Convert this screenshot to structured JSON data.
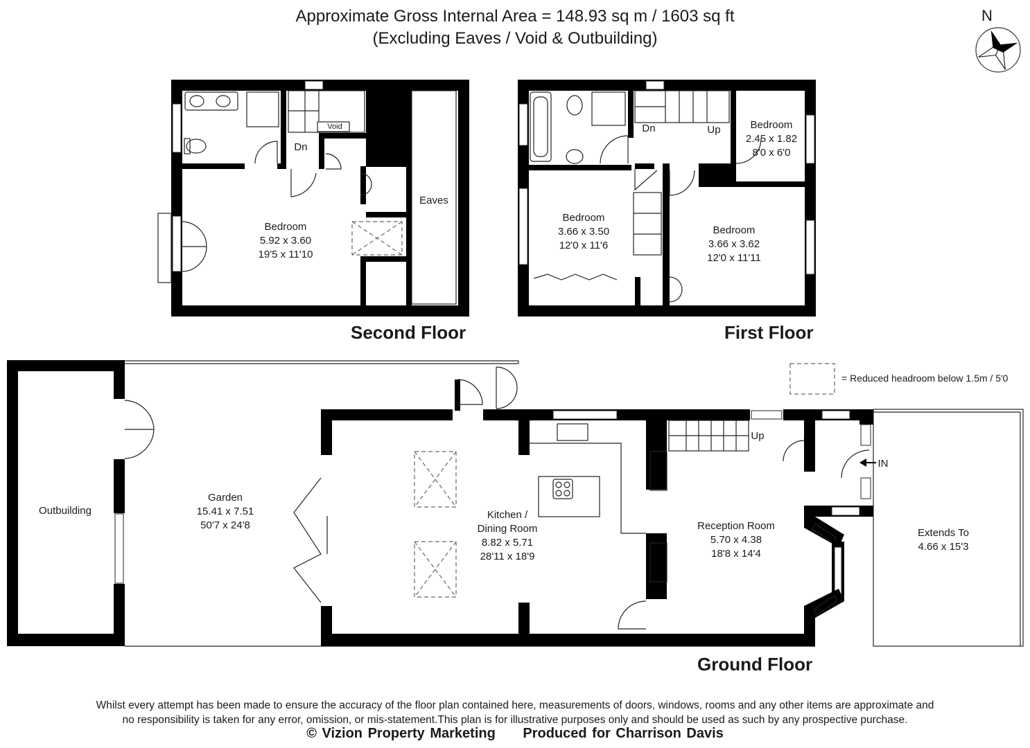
{
  "header": {
    "line1": "Approximate Gross Internal Area = 148.93 sq m / 1603 sq ft",
    "line2": "(Excluding Eaves / Void & Outbuilding)"
  },
  "compass": {
    "label": "N"
  },
  "second_floor": {
    "title": "Second Floor",
    "bedroom": {
      "name": "Bedroom",
      "metric": "5.92 x 3.60",
      "imperial": "19'5 x 11'10"
    },
    "eaves": "Eaves",
    "void": "Void",
    "dn": "Dn"
  },
  "first_floor": {
    "title": "First Floor",
    "bedroom_small": {
      "name": "Bedroom",
      "metric": "2.45 x 1.82",
      "imperial": "8'0 x 6'0"
    },
    "bedroom_left": {
      "name": "Bedroom",
      "metric": "3.66 x 3.50",
      "imperial": "12'0 x 11'6"
    },
    "bedroom_right": {
      "name": "Bedroom",
      "metric": "3.66 x 3.62",
      "imperial": "12'0 x 11'11"
    },
    "dn": "Dn",
    "up": "Up"
  },
  "ground_floor": {
    "title": "Ground Floor",
    "outbuilding": "Outbuilding",
    "garden": {
      "name": "Garden",
      "metric": "15.41 x 7.51",
      "imperial": "50'7 x 24'8"
    },
    "kitchen": {
      "name": "Kitchen /",
      "name2": "Dining Room",
      "metric": "8.82 x 5.71",
      "imperial": "28'11 x 18'9"
    },
    "reception": {
      "name": "Reception Room",
      "metric": "5.70 x 4.38",
      "imperial": "18'8 x 14'4"
    },
    "extends": {
      "name": "Extends To",
      "metric": "4.66 x 15'3"
    },
    "up": "Up",
    "in": "IN"
  },
  "legend": {
    "text": "= Reduced headroom below 1.5m / 5'0"
  },
  "disclaimer": {
    "line1": "Whilst every attempt has been made to ensure the accuracy of the floor plan contained here, measurements of doors, windows, rooms and any other items are approximate and",
    "line2": "no responsibility is taken for any error, omission, or mis-statement.This plan is for illustrative purposes only and should be used as such by any prospective purchase."
  },
  "credits": {
    "left": "© Vizion Property Marketing",
    "right": "Produced for Charrison Davis"
  }
}
